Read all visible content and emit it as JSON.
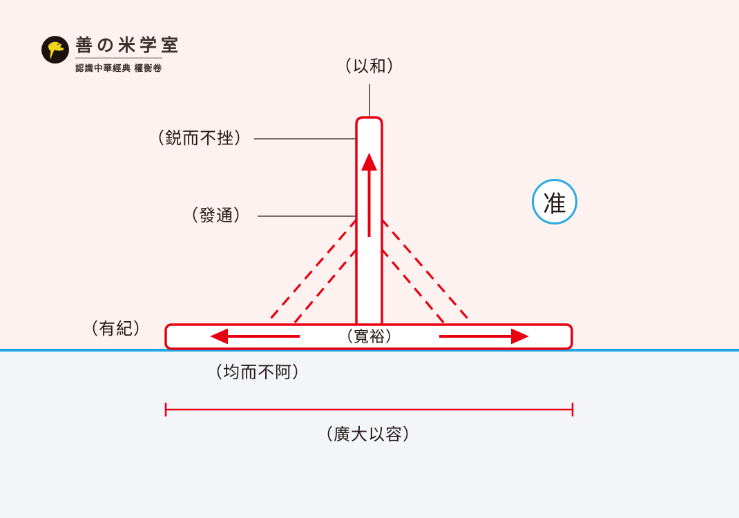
{
  "logo": {
    "title": "善の米学室",
    "subtitle": "認識中華經典 權衡卷",
    "icon": "swallow-bird-icon"
  },
  "badge": {
    "character": "准"
  },
  "labels": {
    "top": "（以和）",
    "shaft_upper": "（鋭而不挫）",
    "shaft_lower": "（發通）",
    "base_left": "（有紀）",
    "base_center": "（寬裕）",
    "below_base": "（均而不阿）",
    "span": "（廣大以容）"
  },
  "colors": {
    "diagram_red": "#e60012",
    "horizon_blue": "#1ba7e2",
    "badge_blue": "#29abe2",
    "bg_top": "#fdf2ef",
    "bg_bottom": "#f3f5f9",
    "text_dark": "#231815",
    "connector_gray": "#4a4140",
    "logo_bird_yellow": "#f2d41c"
  }
}
